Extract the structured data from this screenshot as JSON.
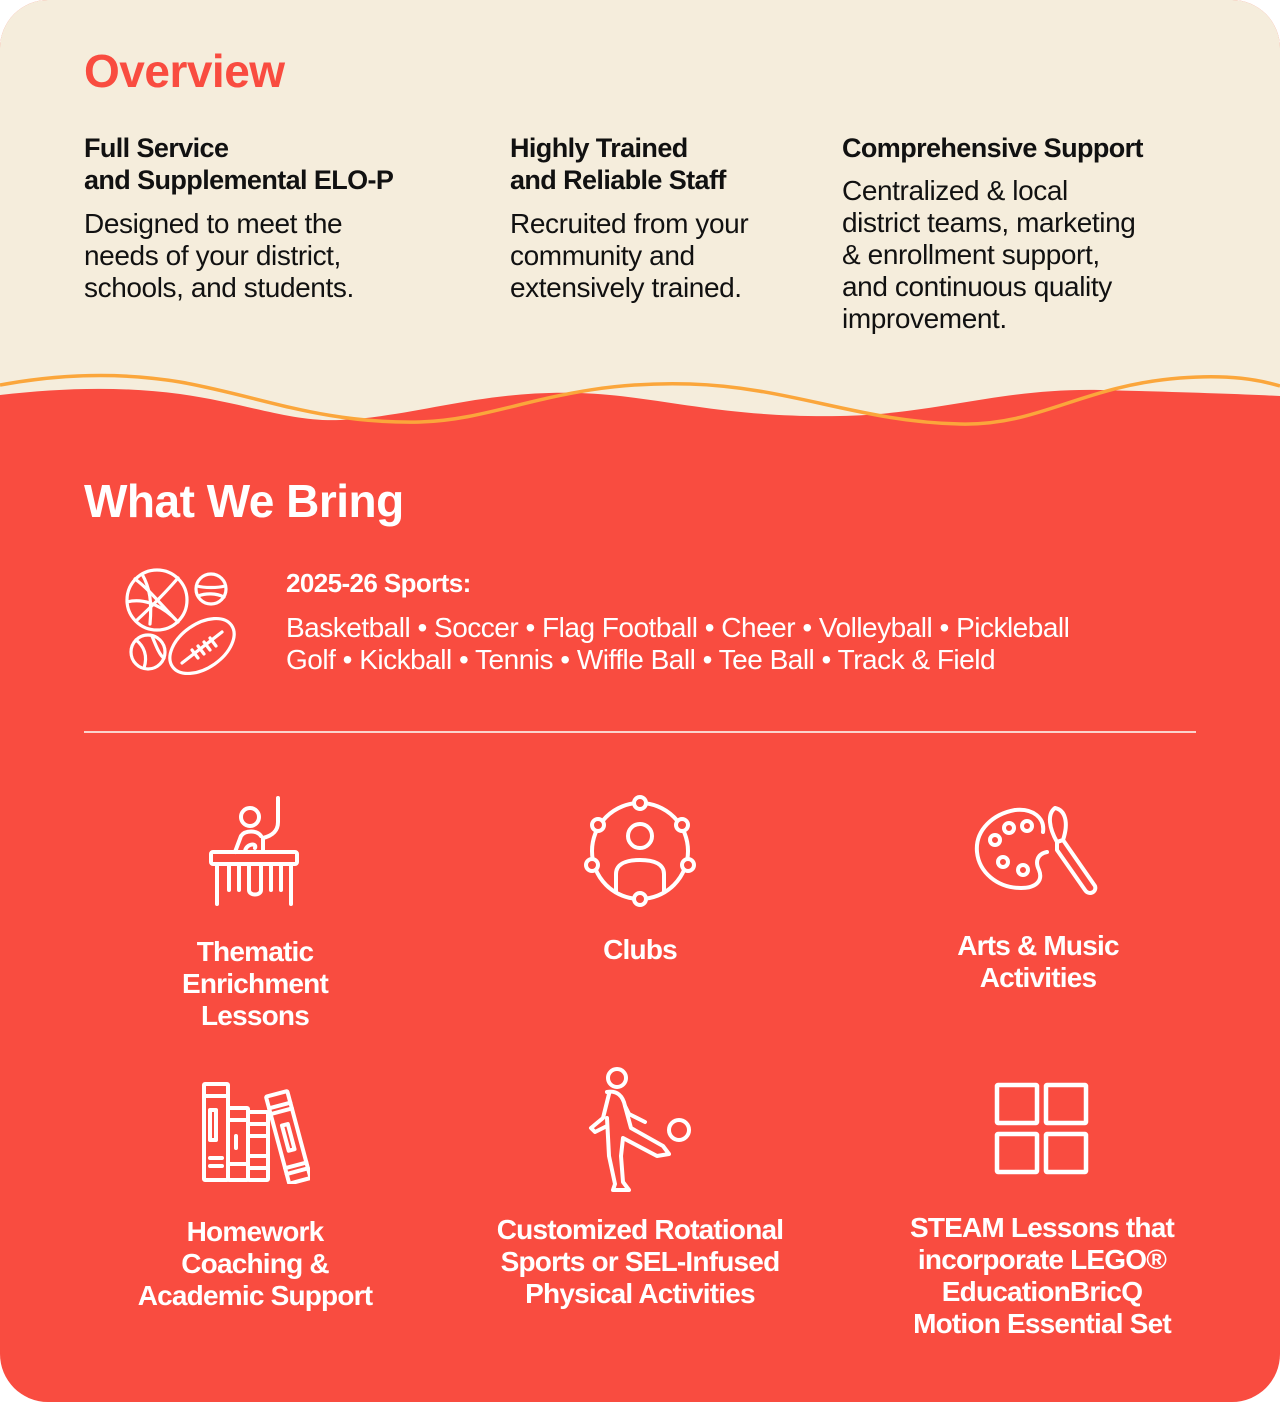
{
  "colors": {
    "accent_red": "#F94C40",
    "cream": "#F5EDDC",
    "wave_orange": "#FBA63B",
    "text_dark": "#111111",
    "text_light": "#FFFFFF"
  },
  "overview": {
    "title": "Overview",
    "columns": [
      {
        "heading": "Full Service\nand Supplemental ELO-P",
        "body": "Designed to meet the\nneeds of your district,\nschools, and students."
      },
      {
        "heading": "Highly Trained\nand Reliable Staff",
        "body": "Recruited from your\ncommunity and\nextensively trained."
      },
      {
        "heading": "Comprehensive Support",
        "body": "Centralized & local\ndistrict teams, marketing\n& enrollment support,\nand continuous quality\nimprovement."
      }
    ]
  },
  "what_we_bring": {
    "title": "What We Bring",
    "sports": {
      "icon": "sports-balls-icon",
      "heading": "2025-26 Sports:",
      "line1": "Basketball • Soccer • Flag Football • Cheer • Volleyball • Pickleball",
      "line2": "Golf • Kickball • Tennis • Wiffle Ball • Tee Ball • Track & Field"
    },
    "features": [
      {
        "icon": "student-raising-hand-icon",
        "label": "Thematic\nEnrichment\nLessons"
      },
      {
        "icon": "clubs-network-icon",
        "label": "Clubs"
      },
      {
        "icon": "paint-palette-icon",
        "label": "Arts & Music\nActivities"
      },
      {
        "icon": "books-icon",
        "label": "Homework\nCoaching &\nAcademic Support"
      },
      {
        "icon": "kicking-ball-icon",
        "label": "Customized Rotational\nSports or SEL-Infused\nPhysical Activities"
      },
      {
        "icon": "grid-blocks-icon",
        "label": "STEAM Lessons that\nincorporate LEGO®\nEducationBricQ\nMotion Essential Set"
      }
    ]
  }
}
